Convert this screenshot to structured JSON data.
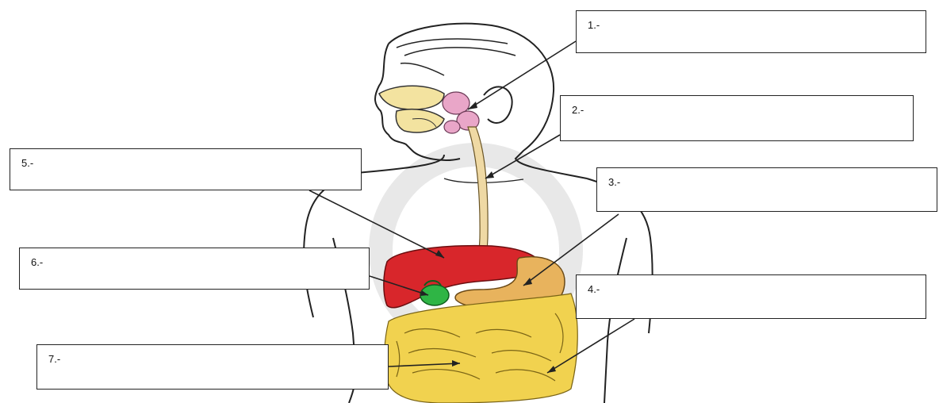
{
  "labels": [
    {
      "id": "1",
      "text": "1.-",
      "answer": ""
    },
    {
      "id": "2",
      "text": "2.-",
      "answer": ""
    },
    {
      "id": "3",
      "text": "3.-",
      "answer": ""
    },
    {
      "id": "4",
      "text": "4.-",
      "answer": ""
    },
    {
      "id": "5",
      "text": "5.-",
      "answer": ""
    },
    {
      "id": "6",
      "text": "6.-",
      "answer": ""
    },
    {
      "id": "7",
      "text": "7.-",
      "answer": ""
    }
  ],
  "colors": {
    "outline": "#222222",
    "skin": "#ffffff",
    "mouth": "#f3e3a0",
    "salivary": "#e9a6c8",
    "esophagus": "#efd9a4",
    "liver": "#d8262b",
    "stomach": "#e8b35d",
    "gallbladder": "#2fb545",
    "intestine": "#f1d24f",
    "halo": "#e6e6e6"
  },
  "icons": {
    "figure": "human-torso-outline",
    "organs": "digestive-system"
  }
}
